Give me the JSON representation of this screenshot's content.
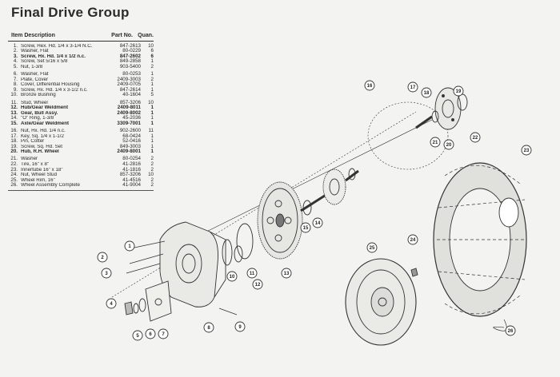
{
  "title": "Final Drive Group",
  "table": {
    "headers": {
      "item_description": "Item Description",
      "part_no": "Part No.",
      "quan": "Quan."
    },
    "rows": [
      {
        "item": "1.",
        "desc": "Screw, Hex. Hd. 1/4 x 3-1/4 N.C.",
        "part": "847-2613",
        "qty": "10"
      },
      {
        "item": "2.",
        "desc": "Washer, Flat",
        "part": "80-0229",
        "qty": "6"
      },
      {
        "item": "3.",
        "desc": "Screw, Hx. Hd. 1/4 x 1/2 n.c.",
        "part": "847-2602",
        "qty": "6"
      },
      {
        "item": "4.",
        "desc": "Screw, Set 5/16 x 5/8",
        "part": "849-2858",
        "qty": "1"
      },
      {
        "item": "5.",
        "desc": "Nut, 1-3/8",
        "part": "903-5400",
        "qty": "2"
      },
      {
        "item": "6.",
        "desc": "Washer, Flat",
        "part": "80-0253",
        "qty": "1"
      },
      {
        "item": "7.",
        "desc": "Plate, Cover",
        "part": "2409-3003",
        "qty": "2"
      },
      {
        "item": "8.",
        "desc": "Cover, Differential Housing",
        "part": "2409-0705",
        "qty": "1"
      },
      {
        "item": "9.",
        "desc": "Screw, Hx. Hd. 1/4 x 3-1/2 n.c.",
        "part": "847-2614",
        "qty": "1"
      },
      {
        "item": "10.",
        "desc": "Bronze Bushing",
        "part": "40-1604",
        "qty": "5"
      },
      {
        "item": "11.",
        "desc": "Stud, Wheel",
        "part": "857-3206",
        "qty": "10"
      },
      {
        "item": "12.",
        "desc": "Hub/Gear Weldment",
        "part": "2409-8011",
        "qty": "1"
      },
      {
        "item": "13.",
        "desc": "Gear, Bull Assy.",
        "part": "2409-8002",
        "qty": "1"
      },
      {
        "item": "14.",
        "desc": "\"O\" Ring, 1-3/8",
        "part": "45-2036",
        "qty": "1"
      },
      {
        "item": "15.",
        "desc": "Axle/Gear Weldment",
        "part": "3309-7001",
        "qty": "1"
      },
      {
        "item": "16.",
        "desc": "Nut, Hx. Hd. 1/4 n.c.",
        "part": "902-2600",
        "qty": "11"
      },
      {
        "item": "17.",
        "desc": "Key, Sq. 1/4 x 1-1/2",
        "part": "68-0424",
        "qty": "1"
      },
      {
        "item": "18.",
        "desc": "Pin, Cotter",
        "part": "52-0416",
        "qty": "1"
      },
      {
        "item": "19.",
        "desc": "Screw, Sq. Hd. Set",
        "part": "849-3003",
        "qty": "1"
      },
      {
        "item": "20.",
        "desc": "Hub, R.H. Wheel",
        "part": "2409-8001",
        "qty": "1"
      },
      {
        "item": "21.",
        "desc": "Washer",
        "part": "80-0254",
        "qty": "2"
      },
      {
        "item": "22.",
        "desc": "Tire, 16\" x 8\"",
        "part": "41-2816",
        "qty": "2"
      },
      {
        "item": "23.",
        "desc": "Innertube 16\" x 18\"",
        "part": "41-1816",
        "qty": "2"
      },
      {
        "item": "24.",
        "desc": "Nut, Wheel Stud",
        "part": "857-3206",
        "qty": "10"
      },
      {
        "item": "25.",
        "desc": "Wheel Rim, 16\"",
        "part": "41-4516",
        "qty": "2"
      },
      {
        "item": "26.",
        "desc": "Wheel Assembly Complete",
        "part": "41-9004",
        "qty": "2"
      }
    ]
  },
  "callouts": [
    "1",
    "2",
    "3",
    "4",
    "5",
    "6",
    "7",
    "8",
    "9",
    "10",
    "11",
    "12",
    "13",
    "14",
    "15",
    "16",
    "17",
    "18",
    "19",
    "20",
    "21",
    "22",
    "23",
    "24",
    "25",
    "26"
  ]
}
